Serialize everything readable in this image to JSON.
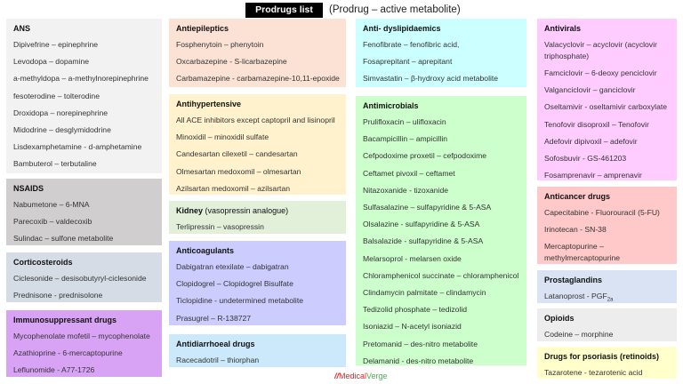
{
  "header": {
    "title": "Prodrugs list",
    "subtitle": "(Prodrug – active metabolite)"
  },
  "groups": {
    "ans": {
      "title": "ANS",
      "color": "#f2f2f2",
      "items": [
        "Dipivefrine – epinephrine",
        "Levodopa – dopamine",
        "a-methyldopa – a-methylnorepinephrine",
        "fesoterodine – tolterodine",
        "Droxidopa – norepinephrine",
        "Midodrine – desglymidodrine",
        "Lisdexamphetamine - d-amphetamine",
        "Bambuterol – terbutaline"
      ]
    },
    "nsaids": {
      "title": "NSAIDS",
      "color": "#d0cece",
      "items": [
        "Nabumetone – 6-MNA",
        "Parecoxib – valdecoxib",
        "Sulindac – sulfone metabolite"
      ]
    },
    "corticosteroids": {
      "title": "Corticosteroids",
      "color": "#d6dce5",
      "items": [
        "Ciclesonide – desisobutyryl-ciclesonide",
        "Prednisone - prednisolone"
      ]
    },
    "immuno": {
      "title": "Immunosuppressant drugs",
      "color": "#d9a3f5",
      "items": [
        "Mycophenolate mofetil – mycophenolate",
        "Azathioprine - 6-mercaptopurine",
        "Leflunomide - A77-1726"
      ]
    },
    "antiepileptics": {
      "title": "Antiepileptics",
      "color": "#fbe2d5",
      "items": [
        "Fosphenytoin – phenytoin",
        "Oxcarbazepine - S-licarbazepine",
        "Carbamazepine - carbamazepine-10,11-epoxide"
      ]
    },
    "antihypertensive": {
      "title": "Antihypertensive",
      "color": "#fff2cc",
      "items": [
        "All ACE inhibitors except captopril and lisinopril",
        "Minoxidil – minoxidil sulfate",
        "Candesartan cilexetil – candesartan",
        "Olmesartan medoxomil – olmesartan",
        "Azilsartan medoxomil – azilsartan"
      ]
    },
    "kidney": {
      "title": "Kidney",
      "title_note": "(vasopressin analogue)",
      "color": "#e2efd9",
      "items": [
        "Terlipressin – vasopressin"
      ]
    },
    "anticoagulants": {
      "title": "Anticoagulants",
      "color": "#ccccff",
      "items": [
        "Dabigatran etexilate – dabigatran",
        "Clopidogrel – Clopidogrel Bisulfate",
        "Ticlopidine - undetermined metabolite",
        "Prasugrel – R-138727"
      ]
    },
    "antidiarrhoeal": {
      "title": "Antidiarrhoeal drugs",
      "color": "#cce9fb",
      "items": [
        "Racecadotril – thiorphan"
      ]
    },
    "antidyslipidaemics": {
      "title": "Anti- dyslipidaemics",
      "color": "#ccffff",
      "items": [
        "Fenofibrate – fenofibric acid,",
        "Fosaprepitant – aprepitant",
        "Simvastatin – β-hydroxy acid metabolite"
      ]
    },
    "antimicrobials": {
      "title": "Antimicrobials",
      "color": "#ccffcc",
      "items": [
        "Prulifloxacin – ulifloxacin",
        "Bacampicillin – ampicillin",
        "Cefpodoxime proxetil – cefpodoxime",
        "Ceftamet pivoxil – ceftamet",
        "Nitazoxanide - tizoxanide",
        "Sulfasalazine – sulfapyridine & 5-ASA",
        "Olsalazine - sulfapyridine & 5-ASA",
        "Balsalazide - sulfapyridine & 5-ASA",
        "Melarsoprol - melarsen oxide",
        "Chloramphenicol succinate – chloramphenicol",
        "Clindamycin palmitate – clindamycin",
        "Tedizolid phosphate – tedizolid",
        "Isoniazid – N-acetyl isoniazid",
        "Pretomanid – des-nitro metabolite",
        "Delamanid - des-nitro metabolite"
      ]
    },
    "antivirals": {
      "title": "Antivirals",
      "color": "#ffccff",
      "items": [
        "Valacyclovir – acyclovir (acyclovir triphosphate)",
        "Famciclovir – 6-deoxy penciclovir",
        "Valganciclovir – ganciclovir",
        "Oseltamivir - oseltamivir carboxylate",
        "Tenofovir disoproxil – Tenofovir",
        "Adefovir dipivoxil – adefovir",
        "Sofosbuvir - GS-461203",
        "Fosamprenavir – amprenavir"
      ]
    },
    "anticancer": {
      "title": "Anticancer drugs",
      "color": "#ffc9c9",
      "items": [
        "Capecitabine - Fluorouracil (5-FU)",
        "Irinotecan - SN-38",
        "Mercaptopurine – methylmercaptopurine"
      ]
    },
    "prostaglandins": {
      "title": "Prostaglandins",
      "color": "#dae3f3",
      "items": [
        "Latanoprost - PGF"
      ],
      "subscript": "2a"
    },
    "opioids": {
      "title": "Opioids",
      "color": "#ededed",
      "items": [
        "Codeine – morphine"
      ]
    },
    "psoriasis": {
      "title": "Drugs for psoriasis (retinoids)",
      "color": "#ffffcc",
      "items": [
        "Tazarotene - tezarotenic acid"
      ]
    }
  },
  "footer": {
    "logo_mark": "//",
    "logo_medical": "Medical",
    "logo_verge": "Verge"
  }
}
